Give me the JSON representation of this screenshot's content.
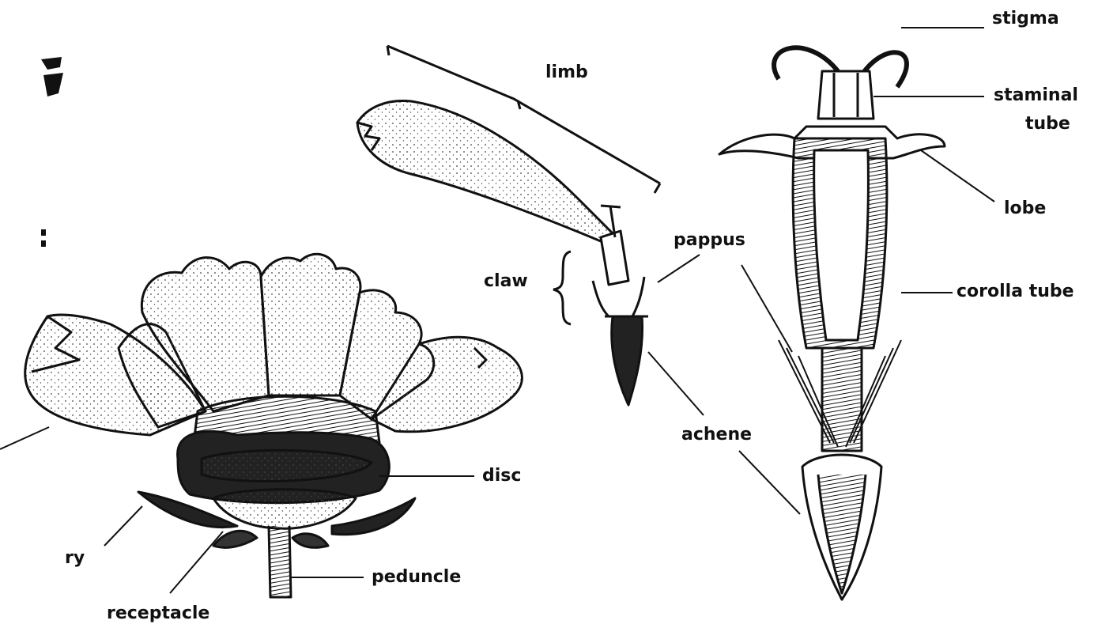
{
  "labels": {
    "stigma": "stigma",
    "staminal_tube_line1": "staminal",
    "staminal_tube_line2": "tube",
    "lobe": "lobe",
    "corolla_tube": "corolla tube",
    "limb": "limb",
    "pappus": "pappus",
    "claw": "claw",
    "achene": "achene",
    "disc": "disc",
    "peduncle": "peduncle",
    "receptacle": "receptacle",
    "bract_fragment": "ry"
  },
  "colors": {
    "ink": "#111111",
    "paper": "#ffffff",
    "stipple": "#444444"
  }
}
